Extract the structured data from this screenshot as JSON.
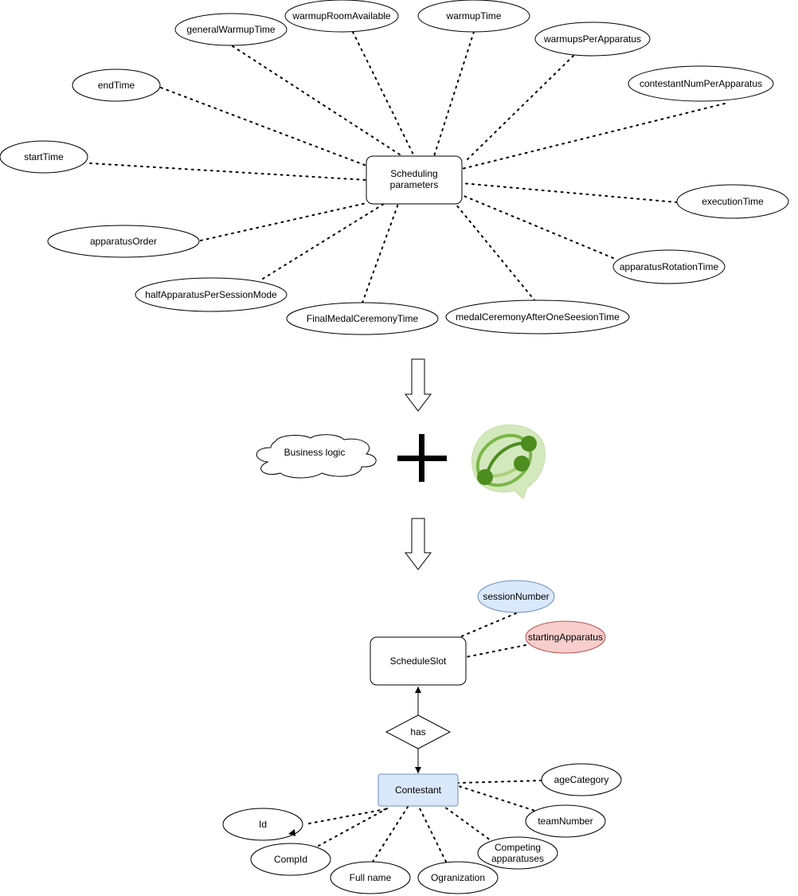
{
  "colors": {
    "stroke": "#000000",
    "node_fill": "#ffffff",
    "session_fill": "#dae8fc",
    "session_stroke": "#6c8ebf",
    "apparatus_fill": "#f8cecc",
    "apparatus_stroke": "#b85450",
    "contestant_fill": "#dae8fc",
    "contestant_stroke": "#6c8ebf",
    "logo_dark": "#4d8c1e",
    "logo_light": "#a9d17a",
    "logo_bg": "#d4e8bd"
  },
  "top": {
    "center": {
      "line1": "Scheduling",
      "line2": "parameters"
    },
    "params": {
      "generalWarmupTime": "generalWarmupTime",
      "warmupRoomAvailable": "warmupRoomAvailable",
      "warmupTime": "warmupTime",
      "warmupsPerApparatus": "warmupsPerApparatus",
      "endTime": "endTime",
      "contestantNumPerApparatus": "contestantNumPerApparatus",
      "startTime": "startTime",
      "executionTime": "executionTime",
      "apparatusOrder": "apparatusOrder",
      "apparatusRotationTime": "apparatusRotationTime",
      "halfApparatusPerSessionMode": "halfApparatusPerSessionMode",
      "finalMedalCeremonyTime": "FinalMedalCeremonyTime",
      "medalCeremonyAfterOneSession": "medalCeremonyAfterOneSeesionTime"
    }
  },
  "middle": {
    "cloud": "Business logic",
    "logo_icon": "optaplanner-logo-icon"
  },
  "bottom": {
    "schedule_slot": "ScheduleSlot",
    "session_number": "sessionNumber",
    "starting_apparatus": "startingApparatus",
    "relation": "has",
    "contestant": "Contestant",
    "attrs": {
      "age_category": "ageCategory",
      "team_number": "teamNumber",
      "id": "Id",
      "comp_id": "CompId",
      "full_name": "Full name",
      "organization": "Ogranization",
      "competing_line1": "Competing",
      "competing_line2": "apparatuses"
    }
  }
}
